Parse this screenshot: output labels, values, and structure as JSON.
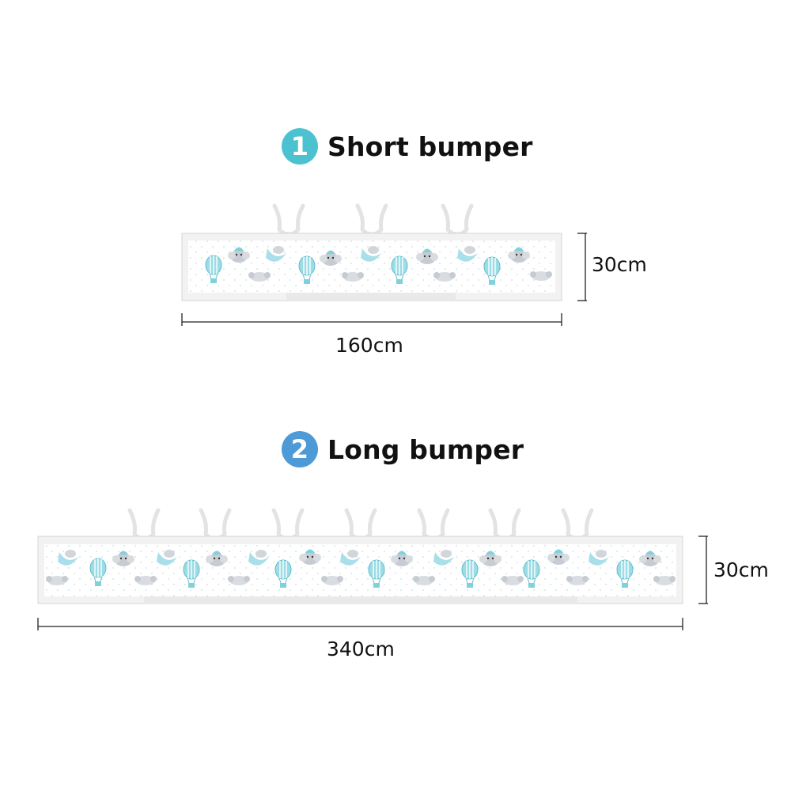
{
  "sections": [
    {
      "number": "1",
      "title": "Short bumper",
      "width_label": "160cm",
      "height_label": "30cm",
      "ties": 3,
      "accent": "#4cc2d0"
    },
    {
      "number": "2",
      "title": "Long bumper",
      "width_label": "340cm",
      "height_label": "30cm",
      "ties": 7,
      "accent": "#4d9ad6"
    }
  ],
  "pattern": {
    "motifs": [
      "elephant-icon",
      "hot-air-balloon-icon",
      "moon-icon",
      "cloud-icon"
    ],
    "colors": {
      "balloon": "#7fd1db",
      "elephant": "#c7ccd3",
      "moon": "#a9dfe8",
      "frame": "#e6e6e6",
      "dots": "#cfe9ee"
    }
  }
}
